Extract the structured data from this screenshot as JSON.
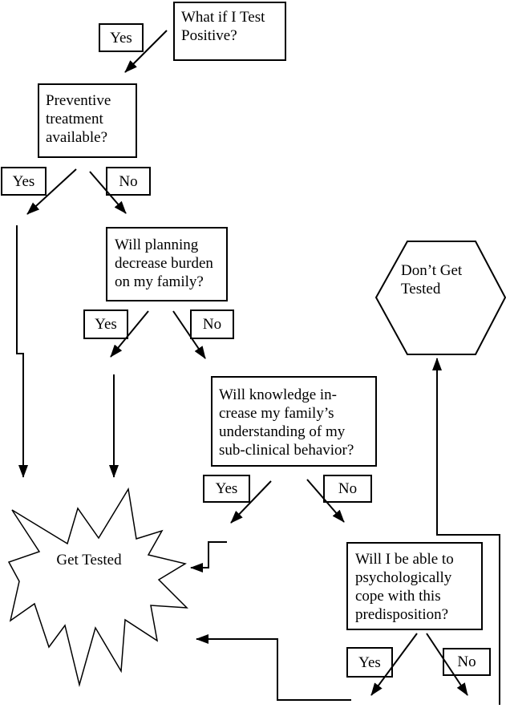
{
  "diagram": {
    "type": "flowchart",
    "colors": {
      "line": "#000000",
      "background": "#ffffff",
      "box_border": "#000000",
      "text": "#000000"
    }
  },
  "nodes": {
    "whatif": {
      "label": "What if I Test\nPositive?"
    },
    "yes_top": {
      "label": "Yes"
    },
    "preventive": {
      "label": "Preventive\ntreatment\navailable?"
    },
    "yes_preventive": {
      "label": "Yes"
    },
    "no_preventive": {
      "label": "No"
    },
    "planning": {
      "label": "Will planning\ndecrease burden\non my family?"
    },
    "yes_planning": {
      "label": "Yes"
    },
    "no_planning": {
      "label": "No"
    },
    "knowledge": {
      "label": "Will knowledge in-\ncrease my family’s\nunderstanding of my\nsub-clinical behavior?"
    },
    "yes_knowledge": {
      "label": "Yes"
    },
    "no_knowledge": {
      "label": "No"
    },
    "cope": {
      "label": "Will I be able to\npsychologically\ncope with this\npredisposition?"
    },
    "yes_cope": {
      "label": "Yes"
    },
    "no_cope": {
      "label": "No"
    },
    "dont_get_tested": {
      "label": "Don’t Get\nTested"
    },
    "get_tested": {
      "label": "Get Tested"
    }
  }
}
